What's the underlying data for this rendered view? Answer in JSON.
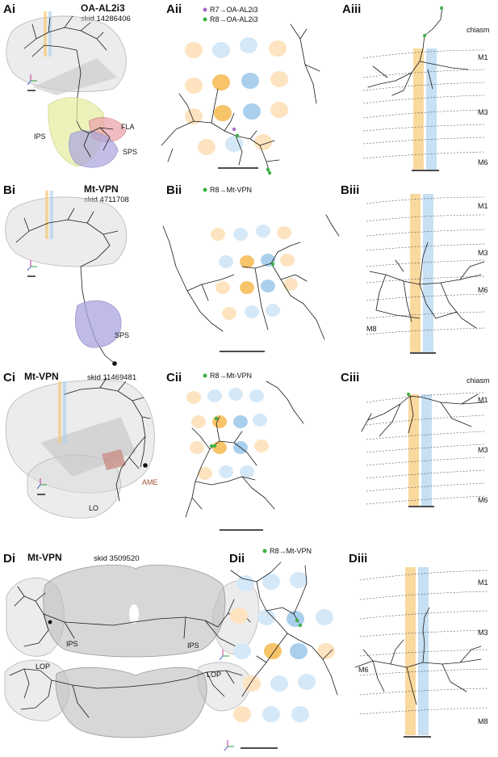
{
  "panels": {
    "Ai": {
      "label": "Ai",
      "title": "OA-AL2i3",
      "skid": "skid 14286406",
      "regions": [
        "IPS",
        "FLA",
        "SPS"
      ]
    },
    "Aii": {
      "label": "Aii",
      "legend": [
        {
          "text": "R7→OA-AL2i3",
          "color": "#a66bc9"
        },
        {
          "text": "R8→OA-AL2i3",
          "color": "#3cb043"
        }
      ]
    },
    "Aiii": {
      "label": "Aiii",
      "top_label": "chiasm",
      "layers": [
        "M1",
        "M3",
        "M6"
      ]
    },
    "Bi": {
      "label": "Bi",
      "title": "Mt-VPN",
      "skid": "skid 4711708",
      "regions": [
        "SPS"
      ]
    },
    "Bii": {
      "label": "Bii",
      "legend": [
        {
          "text": "R8→Mt-VPN",
          "color": "#3cb043"
        }
      ]
    },
    "Biii": {
      "label": "Biii",
      "layers": [
        "M1",
        "M3",
        "M6",
        "M8"
      ]
    },
    "Ci": {
      "label": "Ci",
      "title": "Mt-VPN",
      "skid": "skid 11469481",
      "regions": [
        "AME",
        "LO"
      ]
    },
    "Cii": {
      "label": "Cii",
      "legend": [
        {
          "text": "R8→Mt-VPN",
          "color": "#3cb043"
        }
      ]
    },
    "Ciii": {
      "label": "Ciii",
      "top_label": "chiasm",
      "layers": [
        "M1",
        "M3",
        "M6"
      ]
    },
    "Di": {
      "label": "Di",
      "title": "Mt-VPN",
      "skid": "skid 3509520",
      "regions": [
        "IPS",
        "IPS",
        "LOP",
        "LOP"
      ]
    },
    "Dii": {
      "label": "Dii",
      "legend": [
        {
          "text": "R8→Mt-VPN",
          "color": "#3cb043"
        }
      ]
    },
    "Diii": {
      "label": "Diii",
      "layers": [
        "M1",
        "M3",
        "M6",
        "M8"
      ]
    }
  },
  "colors": {
    "pale_orange": "#fde3c0",
    "orange": "#f7c46a",
    "pale_blue": "#d5e8f7",
    "blue": "#a9cfec",
    "green": "#3cb043",
    "purple": "#a66bc9",
    "ips_yellow": "#e6ec9e",
    "fla_red": "#e8a0a8",
    "sps_purple": "#a9a4de",
    "ame_red": "#c98f86"
  }
}
